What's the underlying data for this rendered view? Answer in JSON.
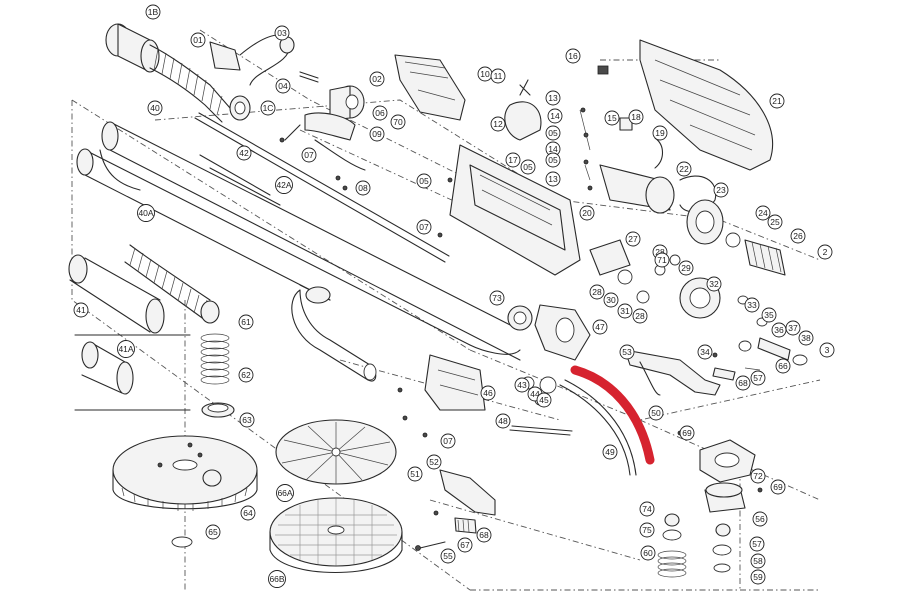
{
  "highlight_color": "#d6232f",
  "labels": {
    "p1B": "1B",
    "p01": "01",
    "p03": "03",
    "p04": "04",
    "p1C": "1C",
    "p02": "02",
    "p06": "06",
    "p70": "70",
    "p10": "10",
    "p07a": "07",
    "p09": "09",
    "p08": "08",
    "p40": "40",
    "p42": "42",
    "p42A": "42A",
    "p40A": "40A",
    "p41": "41",
    "p41A": "41A",
    "p61": "61",
    "p62": "62",
    "p63": "63",
    "p64": "64",
    "p65": "65",
    "p16": "16",
    "p21": "21",
    "p11": "11",
    "p12": "12",
    "p13a": "13",
    "p14a": "14",
    "p05a": "05",
    "p15": "15",
    "p18": "18",
    "p19": "19",
    "p17": "17",
    "p05b": "05",
    "p14b": "14",
    "p05c": "05",
    "p13b": "13",
    "p20": "20",
    "p22": "22",
    "p05d": "05",
    "p07b": "07",
    "p23": "23",
    "p24": "24",
    "p25": "25",
    "p26": "26",
    "p2x": "2",
    "p27": "27",
    "p28a": "28",
    "p71": "71",
    "p29": "29",
    "p30": "30",
    "p28b": "28",
    "p31": "31",
    "p28c": "28",
    "p32": "32",
    "p33": "33",
    "p73": "73",
    "p47": "47",
    "p35": "35",
    "p36": "36",
    "p37": "37",
    "p38": "38",
    "p3x": "3",
    "p34": "34",
    "p53": "53",
    "p66": "66",
    "p57a": "57",
    "p68a": "68",
    "p43": "43",
    "p44": "44",
    "p45": "45",
    "p46": "46",
    "p07c": "07",
    "p50": "50",
    "p48": "48",
    "p69a": "69",
    "p49": "49",
    "p72": "72",
    "p69b": "69",
    "p66A": "66A",
    "p51": "51",
    "p52": "52",
    "p66B": "66B",
    "p67": "67",
    "p68b": "68",
    "p55": "55",
    "p74": "74",
    "p75": "75",
    "p60": "60",
    "p56": "56",
    "p57b": "57",
    "p58": "58",
    "p59": "59"
  }
}
